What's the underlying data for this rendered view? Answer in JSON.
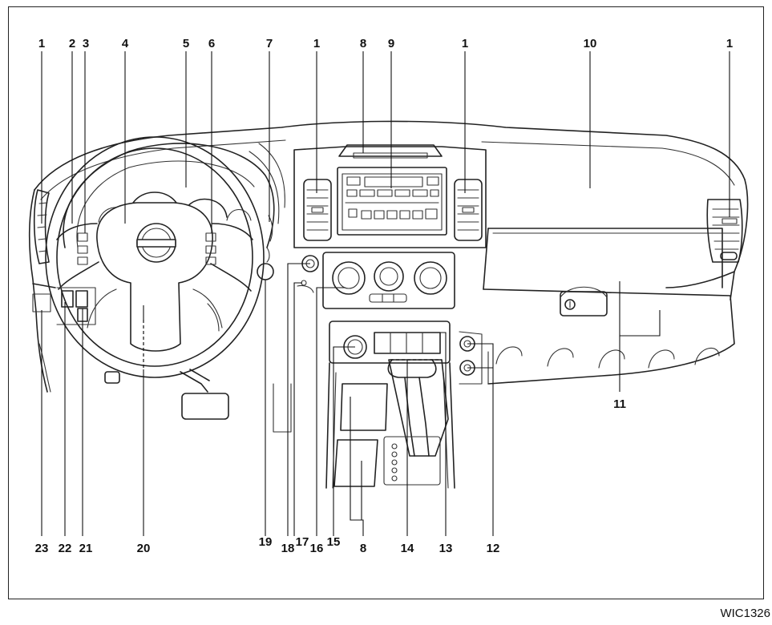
{
  "figure_code": "WIC1326",
  "callouts_top": [
    {
      "id": "c1a",
      "label": "1"
    },
    {
      "id": "c2",
      "label": "2"
    },
    {
      "id": "c3",
      "label": "3"
    },
    {
      "id": "c4",
      "label": "4"
    },
    {
      "id": "c5",
      "label": "5"
    },
    {
      "id": "c6",
      "label": "6"
    },
    {
      "id": "c7",
      "label": "7"
    },
    {
      "id": "c1b",
      "label": "1"
    },
    {
      "id": "c8a",
      "label": "8"
    },
    {
      "id": "c9",
      "label": "9"
    },
    {
      "id": "c1c",
      "label": "1"
    },
    {
      "id": "c10",
      "label": "10"
    },
    {
      "id": "c1d",
      "label": "1"
    }
  ],
  "callouts_bottom": [
    {
      "id": "c23",
      "label": "23"
    },
    {
      "id": "c22",
      "label": "22"
    },
    {
      "id": "c21",
      "label": "21"
    },
    {
      "id": "c20",
      "label": "20"
    },
    {
      "id": "c19",
      "label": "19"
    },
    {
      "id": "c18",
      "label": "18"
    },
    {
      "id": "c17",
      "label": "17"
    },
    {
      "id": "c16",
      "label": "16"
    },
    {
      "id": "c8b",
      "label": "8"
    },
    {
      "id": "c15",
      "label": "15"
    },
    {
      "id": "c14",
      "label": "14"
    },
    {
      "id": "c13",
      "label": "13"
    },
    {
      "id": "c12",
      "label": "12"
    }
  ],
  "callouts_side": [
    {
      "id": "c11",
      "label": "11"
    }
  ]
}
